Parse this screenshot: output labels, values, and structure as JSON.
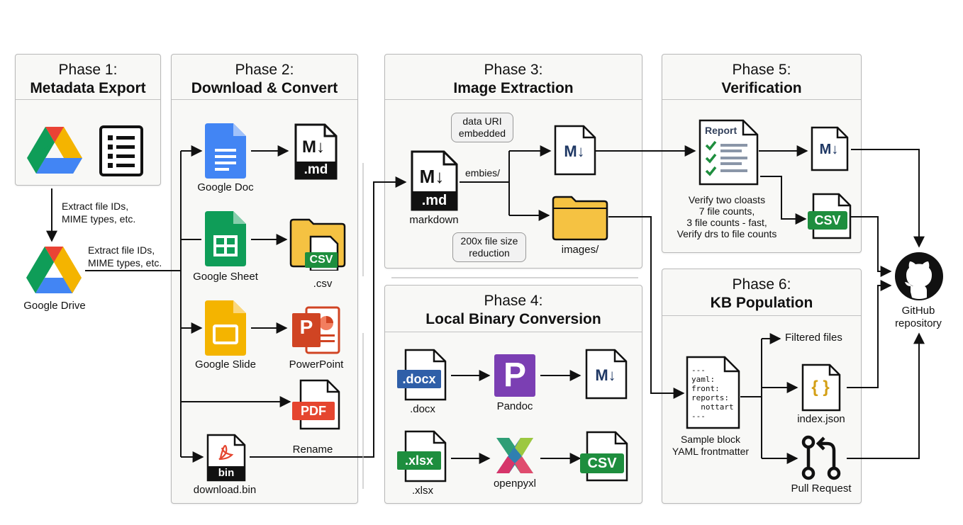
{
  "phases": {
    "p1": {
      "label": "Phase 1:",
      "name": "Metadata Export"
    },
    "p2": {
      "label": "Phase 2:",
      "name": "Download & Convert"
    },
    "p3": {
      "label": "Phase 3:",
      "name": "Image Extraction"
    },
    "p4": {
      "label": "Phase 4:",
      "name": "Local Binary Conversion"
    },
    "p5": {
      "label": "Phase 5:",
      "name": "Verification"
    },
    "p6": {
      "label": "Phase 6:",
      "name": "KB Population"
    }
  },
  "phase1": {
    "extract_text_1": "Extract file IDs,\nMIME types, etc.",
    "extract_text_2": "Extract file IDs,\nMIME types, etc.",
    "drive_label": "Google Drive"
  },
  "phase2": {
    "doc_label": "Google Doc",
    "sheet_label": "Google Sheet",
    "slide_label": "Google Slide",
    "md_badge": ".md",
    "md_glyph": "M↓",
    "csv_badge": "CSV",
    "csv_label": ".csv",
    "ppt_label": "PowerPoint",
    "pdf_badge": "PDF",
    "rename_label": "Rename",
    "bin_badge": "bin",
    "bin_label": "download.bin"
  },
  "phase3": {
    "bubble_top": "data URI\nembedded",
    "bubble_bottom": "200x file size\nreduction",
    "embed_label": "embies/",
    "markdown_label": "markdown",
    "md_badge": ".md",
    "images_label": "images/"
  },
  "phase4": {
    "docx_badge": ".docx",
    "docx_label": ".docx",
    "pandoc_label": "Pandoc",
    "xlsx_badge": ".xlsx",
    "xlsx_label": ".xlsx",
    "openpyxl_label": "openpyxl",
    "csv_badge": "CSV"
  },
  "phase5": {
    "report_title": "Report",
    "verify_text": "Verify two cloasts\n7 file counts,\n3 file counts - fast,\nVerify drs to file counts",
    "csv_badge": "CSV"
  },
  "phase6": {
    "yaml_text": "---\nyaml:\nfront:\nreports:\n  nottart\n---",
    "sample_label": "Sample block\nYAML frontmatter",
    "filtered_label": "Filtered files",
    "json_glyph": "{ }",
    "index_label": "index.json",
    "pr_label": "Pull Request"
  },
  "github": {
    "label": "GitHub\nrepository"
  },
  "colors": {
    "accent_blue": "#4285f4",
    "sheet_green": "#0f9d58",
    "slide_yellow": "#f4b400",
    "csv_green": "#1e8e3e",
    "pdf_red": "#e5452f",
    "ppt_red": "#d04423",
    "folder_yellow": "#f5c242",
    "md_navy": "#1f3864"
  }
}
